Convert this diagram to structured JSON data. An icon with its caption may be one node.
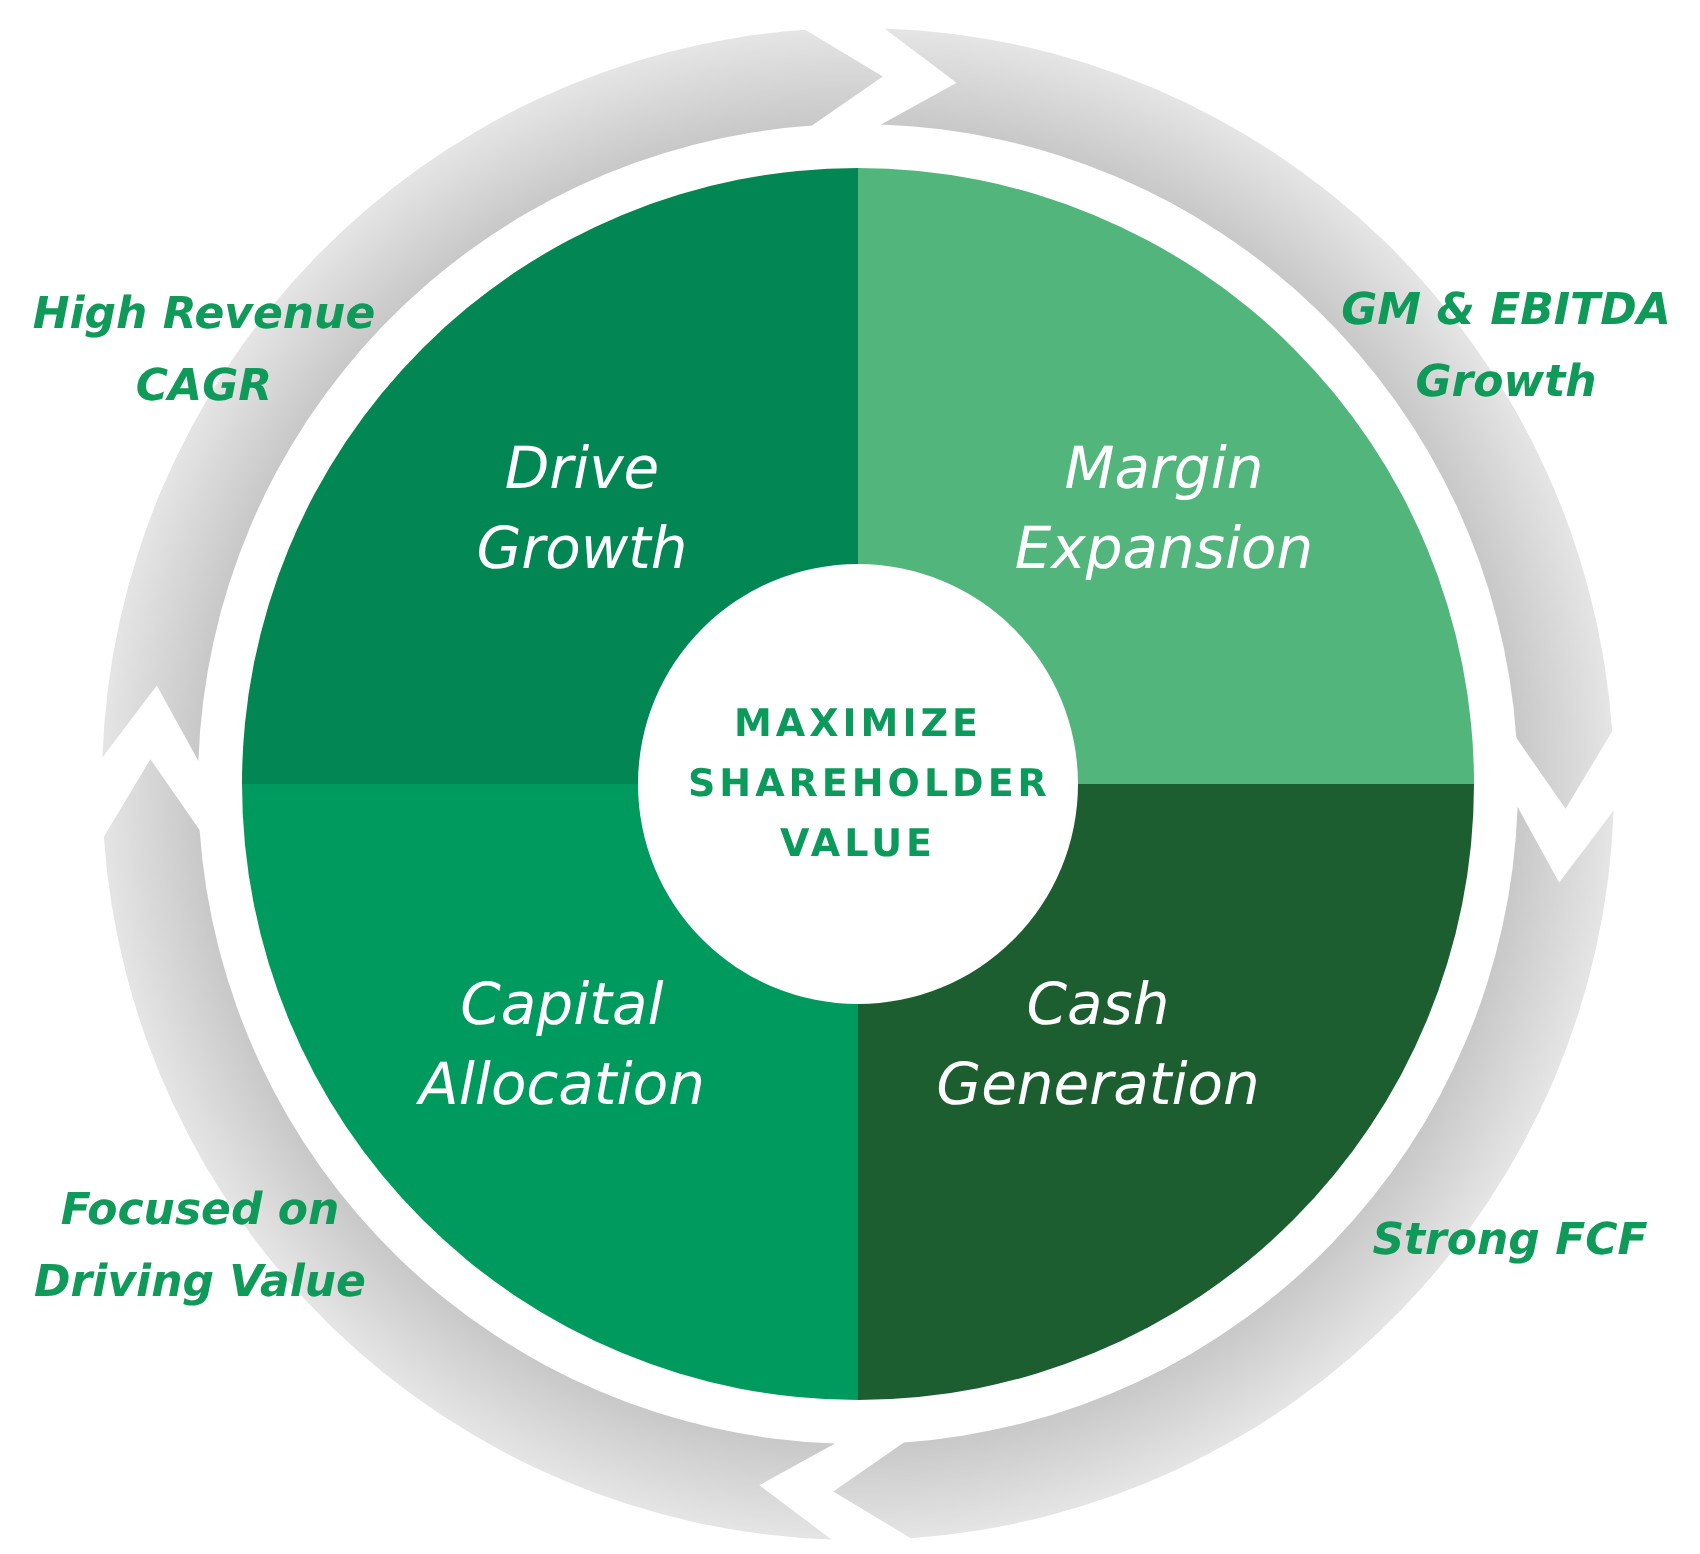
{
  "diagram": {
    "nodes": [
      {
        "text": [
          "Drive Growth"
        ],
        "beside": [
          "High Revenue CAGR"
        ]
      },
      {
        "text": [
          "Margin Expansion"
        ],
        "beside": [
          "GM & EBITDA Growth"
        ]
      },
      {
        "text": [
          "MAXIMIZE SHAREHOLDER VALUE"
        ]
      },
      {
        "text": [
          "Capital Allocation"
        ],
        "beside": [
          "Focused on Driving Value"
        ]
      },
      {
        "text": [
          "Cash Generation"
        ],
        "beside": [
          "Strong FCF"
        ]
      }
    ]
  }
}
